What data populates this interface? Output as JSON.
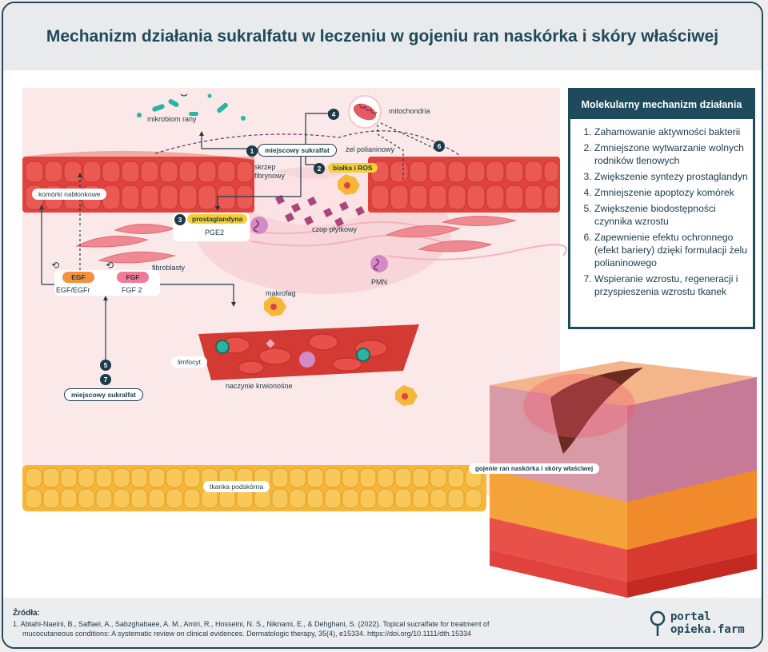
{
  "title": "Mechanizm działania sukralfatu w leczeniu w gojeniu ran naskórka i skóry właściwej",
  "mechanism": {
    "heading": "Molekularny mechanizm działania",
    "items": [
      "Zahamowanie aktywności bakterii",
      "Zmniejszone wytwarzanie wolnych rodników tlenowych",
      "Zwiększenie syntezy prostaglandyn",
      "Zmniejszenie apoptozy komórek",
      "Zwiększenie biodostępności czynnika wzrostu",
      "Zapewnienie efektu ochronnego (efekt bariery) dzięki formulacji żelu polianinowego",
      "Wspieranie wzrostu, regeneracji i przyspieszenia wzrostu tkanek"
    ]
  },
  "labels": {
    "microbiome": "mikrobiom rany",
    "mitochondria": "mitochondria",
    "local_sucralfate": "miejscowy sukralfat",
    "gel": "żel polianinowy",
    "clot": "skrzep fibrynowy",
    "proteins_ros": "białka i ROS",
    "epithelial": "komórki nabłonkowe",
    "prostaglandin": "prostaglandyna",
    "pge2": "PGE2",
    "platelet_plug": "czop płytkowy",
    "fibroblasts": "fibroblasty",
    "egf": "EGF",
    "egfr": "EGF/EGFr",
    "fgf": "FGF",
    "fgf2": "FGF 2",
    "pmn": "PMN",
    "macrophage": "makrofag",
    "lymphocyte": "limfocyt",
    "vessel": "naczynie krwionośne",
    "local_sucralfate_2": "miejscowy sukralfat",
    "subcutaneous": "tkanka podskórna",
    "wound_healing": "gojenie ran naskórka i skóry właściwej"
  },
  "numbers": [
    "1",
    "2",
    "3",
    "4",
    "5",
    "6",
    "7"
  ],
  "sources": {
    "heading": "Źródła:",
    "line1": "1.   Abtahi-Naeini, B., Saffaei, A., Sabzghabaee, A. M., Amiri, R., Hosseini, N. S., Niknami, E., & Dehghani, S. (2022). Topical sucralfate for treatment of",
    "line2": "mucocutaneous conditions: A systematic review on clinical evidences. Dermatologic therapy, 35(4), e15334. https://doi.org/10.1111/dth.15334"
  },
  "logo": {
    "line1": "portal",
    "line2": "opieka.farm"
  },
  "colors": {
    "navy": "#1f4a5c",
    "tissue_red": "#e8514a",
    "fat_yellow": "#f4b73a",
    "background_pink": "#fbe9e9"
  }
}
